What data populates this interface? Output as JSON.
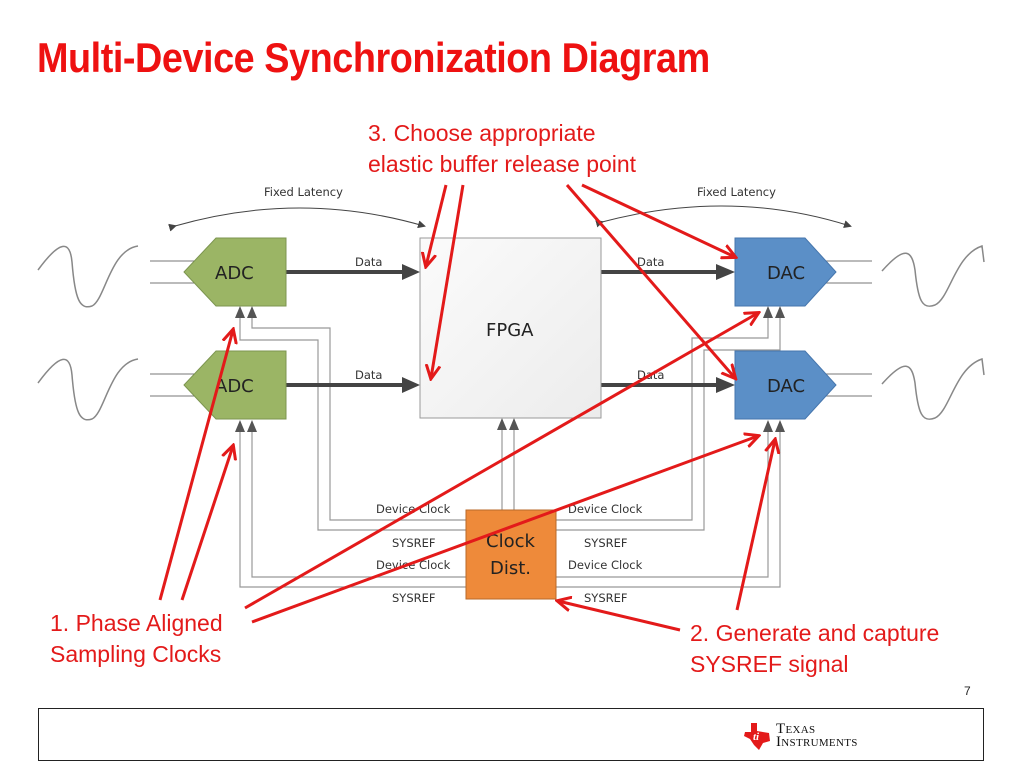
{
  "slide": {
    "title": "Multi-Device Synchronization Diagram",
    "page_number": "7"
  },
  "annotations": {
    "step3_line1": "3. Choose appropriate",
    "step3_line2": "elastic buffer release point",
    "step1_line1": "1. Phase Aligned",
    "step1_line2": "Sampling Clocks",
    "step2_line1": "2. Generate and capture",
    "step2_line2": "SYSREF signal"
  },
  "diagram": {
    "fixed_latency_left": "Fixed Latency",
    "fixed_latency_right": "Fixed Latency",
    "adc_top": "ADC",
    "adc_bottom": "ADC",
    "dac_top": "DAC",
    "dac_bottom": "DAC",
    "fpga": "FPGA",
    "clock_dist_line1": "Clock",
    "clock_dist_line2": "Dist.",
    "data_labels": [
      "Data",
      "Data",
      "Data",
      "Data"
    ],
    "left_signals": [
      "Device Clock",
      "SYSREF",
      "Device Clock",
      "SYSREF"
    ],
    "right_signals": [
      "Device Clock",
      "SYSREF",
      "Device Clock",
      "SYSREF"
    ],
    "colors": {
      "adc": "#9bb565",
      "dac": "#5b8fc7",
      "clock": "#ee8a3a",
      "annotation": "#e31a1a"
    }
  },
  "footer": {
    "logo_line1": "Texas",
    "logo_line2": "Instruments"
  }
}
